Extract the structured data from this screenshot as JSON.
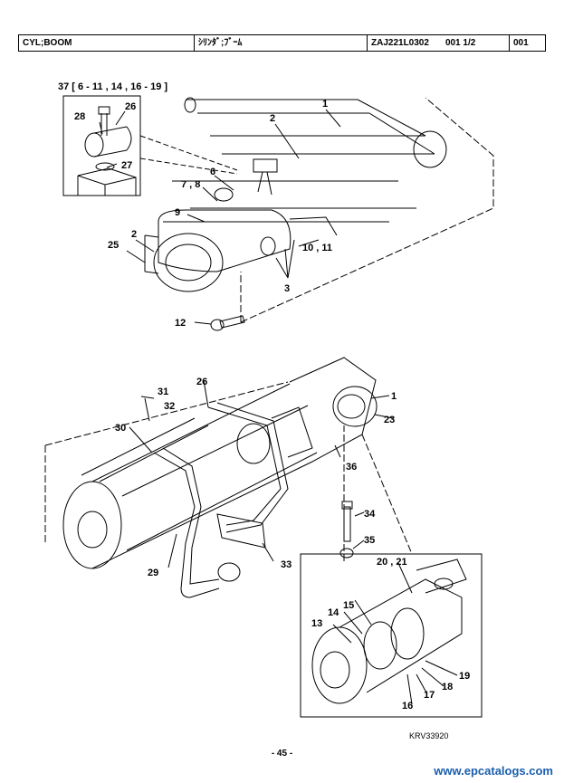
{
  "header": {
    "part_code": "CYL;BOOM",
    "part_name_jp": "ｼﾘﾝﾀﾞ;ﾌﾞｰﾑ",
    "catalog_no": "ZAJ221L0302",
    "page_ref": "001 1/2",
    "section": "001"
  },
  "callout_group": "37 [ 6 - 11 , 14 , 16 - 19 ]",
  "part_labels": [
    "1",
    "2",
    "3",
    "6",
    "7 , 8",
    "9",
    "10 , 11",
    "12",
    "2",
    "25",
    "26",
    "27",
    "28",
    "1",
    "23",
    "26",
    "29",
    "30",
    "31",
    "32",
    "33",
    "34",
    "35",
    "36",
    "13",
    "14",
    "15",
    "16",
    "17",
    "18",
    "19",
    "20 , 21"
  ],
  "drawing_ref": "KRV33920",
  "page_number": "- 45 -",
  "watermark": "www.epcatalogs.com"
}
